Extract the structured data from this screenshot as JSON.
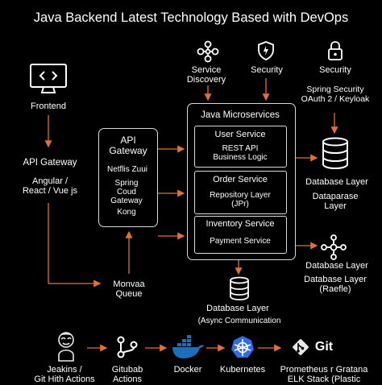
{
  "title": "Java Backend Latest Technology Based with DevOps",
  "frontend": {
    "label": "Frontend",
    "icon": "monitor-code-icon"
  },
  "api_gateway_side": {
    "label": "API Gateway",
    "tech": "Angular /\nReact / Vue js"
  },
  "api_box": {
    "title": "API\nGateway",
    "items": [
      "Netflis Zuui",
      "Spring\nCoud\nGateway",
      "Kong"
    ]
  },
  "message_queue": {
    "label": "Monvaa\nQueue"
  },
  "top_icons": [
    {
      "label": "Service\nDiscovery",
      "icon": "network-nodes-icon"
    },
    {
      "label": "Security",
      "icon": "shield-icon"
    },
    {
      "label": "Security",
      "icon": "lock-icon"
    }
  ],
  "spring_security": "Spring Security\nOAuth 2 / Keyloak",
  "microservices": {
    "title": "Java Microservices",
    "services": [
      {
        "name": "User Service",
        "detail": "REST API\nBusiness Logic"
      },
      {
        "name": "Order Service",
        "detail": "Repository Layer\n(JPr)"
      },
      {
        "name": "Inventory Service",
        "detail": "Payment Service"
      }
    ]
  },
  "right_db": [
    {
      "label": "Database Layer",
      "icon": "database-icon"
    },
    {
      "label": "Dataparase\nLayer",
      "icon": ""
    },
    {
      "label": "Database Layer",
      "icon": "hub-icon"
    },
    {
      "label": "Database Layer\n(Raefle)",
      "icon": ""
    }
  ],
  "bottom_db": {
    "label": "Database Layer",
    "sub": "(Async Communication"
  },
  "devops": [
    {
      "label": "Jeakins /\nGit Hith Actions",
      "icon": "jenkins-icon"
    },
    {
      "label": "Gitubab\nActions",
      "icon": "gitlab-icon"
    },
    {
      "label": "Docker",
      "icon": "docker-icon"
    },
    {
      "label": "Kubernetes",
      "icon": "kubernetes-icon"
    },
    {
      "label": "Prometheus r Gratana\nELK Stack (Plastic",
      "icon": "git-icon"
    }
  ],
  "git_label": "Git",
  "colors": {
    "arrow": "#e0703a",
    "border": "#d9d9d9",
    "docker": "#1d6fb8",
    "k8s": "#326ce5",
    "background": "#000000"
  }
}
